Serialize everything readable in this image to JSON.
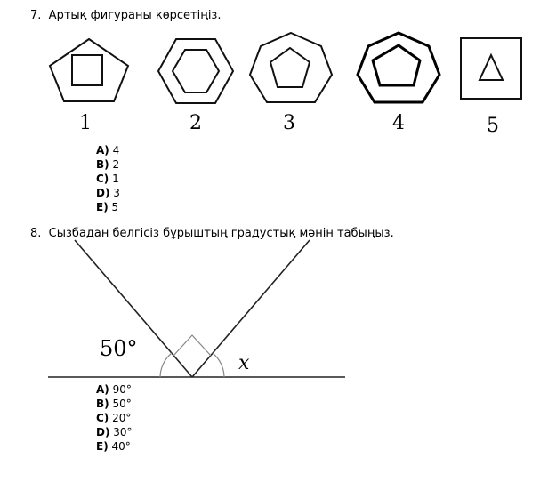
{
  "q7": {
    "number": "7.",
    "text": "Артық фигураны көрсетіңіз.",
    "figure_labels": [
      "1",
      "2",
      "3",
      "4",
      "5"
    ],
    "options": [
      {
        "letter": "A)",
        "value": "4"
      },
      {
        "letter": "B)",
        "value": "2"
      },
      {
        "letter": "C)",
        "value": "1"
      },
      {
        "letter": "D)",
        "value": "3"
      },
      {
        "letter": "E)",
        "value": "5"
      }
    ]
  },
  "q8": {
    "number": "8.",
    "text": "Сызбадан белгісіз бұрыштың градустық мәнін табыңыз.",
    "angle_known": "50°",
    "angle_unknown": "x",
    "options": [
      {
        "letter": "A)",
        "value": "90°"
      },
      {
        "letter": "B)",
        "value": "50°"
      },
      {
        "letter": "C)",
        "value": "20°"
      },
      {
        "letter": "D)",
        "value": "30°"
      },
      {
        "letter": "E)",
        "value": "40°"
      }
    ]
  }
}
